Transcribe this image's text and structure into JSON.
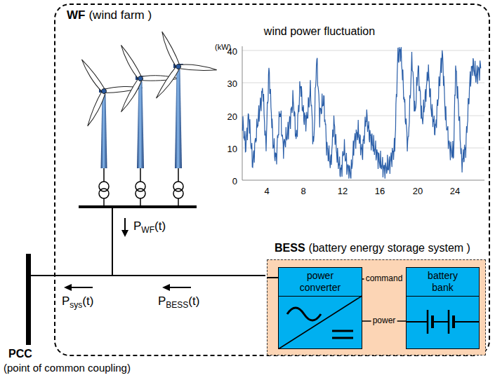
{
  "diagram": {
    "nodes": [
      {
        "text": [
          "WF",
          "(wind farm )"
        ]
      },
      {
        "text": [
          "BESS",
          "(battery energy storage system )"
        ],
        "in": 0
      },
      {
        "text": [
          "power converter"
        ],
        "in": 1
      },
      {
        "text": [
          "battery bank"
        ],
        "in": 1
      }
    ],
    "edges": [
      {
        "from": 2,
        "to": 3,
        "arrow": "none",
        "label": "command"
      },
      {
        "from": 2,
        "to": 3,
        "arrow": "none",
        "label": "power"
      }
    ],
    "labels": [
      "wind power fluctuation",
      "(kW)",
      "40",
      "30",
      "20",
      "10",
      "0",
      "4",
      "8",
      "12",
      "16",
      "20",
      "24",
      "P",
      "WF",
      "(t)",
      "P",
      "sys",
      "(t)",
      "P",
      "BESS",
      "(t)",
      "PCC",
      "(point of common coupling)"
    ]
  }
}
